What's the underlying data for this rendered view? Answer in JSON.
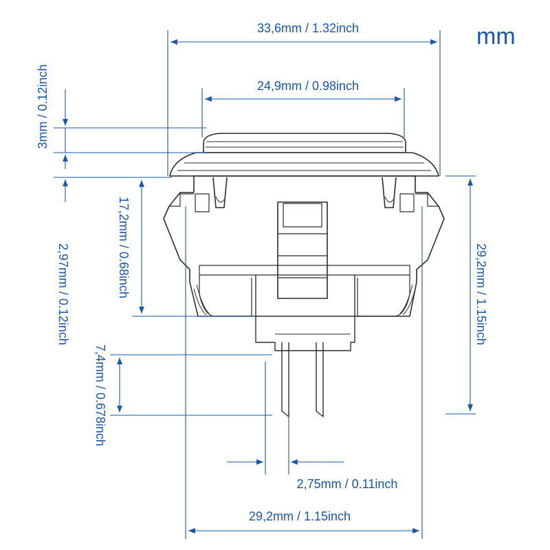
{
  "unit": "mm",
  "colors": {
    "dimension": "#1a56a6",
    "outline": "#2a2a2a"
  },
  "dimensions": {
    "overall_width": "33,6mm / 1.32inch",
    "button_width": "24,9mm / 0.98inch",
    "cap_height": "3mm / 0.12inch",
    "upper_body_height": "17,2mm / 0.68inch",
    "flange_gap": "2,97mm / 0.12inch",
    "body_height": "29,2mm / 1.15inch",
    "terminal_length": "7,4mm / 0.678inch",
    "terminal_pitch": "2,75mm / 0.11inch",
    "body_width": "29,2mm / 1.15inch"
  }
}
